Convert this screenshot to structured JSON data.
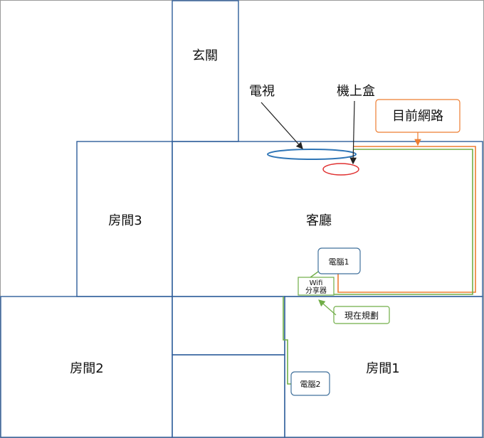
{
  "rooms": {
    "entrance": "玄關",
    "living_room": "客廳",
    "room1": "房間1",
    "room2": "房間2",
    "room3": "房間3"
  },
  "devices": {
    "tv": "電視",
    "set_top_box": "機上盒",
    "pc1": "電腦1",
    "pc2": "電腦2",
    "wifi_line1": "Wifi",
    "wifi_line2": "分享器"
  },
  "callouts": {
    "current_network": "目前網路",
    "current_plan": "現在規劃"
  },
  "colors": {
    "wall": "#2e5d9a",
    "tv_outline": "#2e75b6",
    "stb_outline": "#e03030",
    "current_network_line": "#ed7d31",
    "plan_line": "#70ad47",
    "device_box_border": "#41719c"
  }
}
